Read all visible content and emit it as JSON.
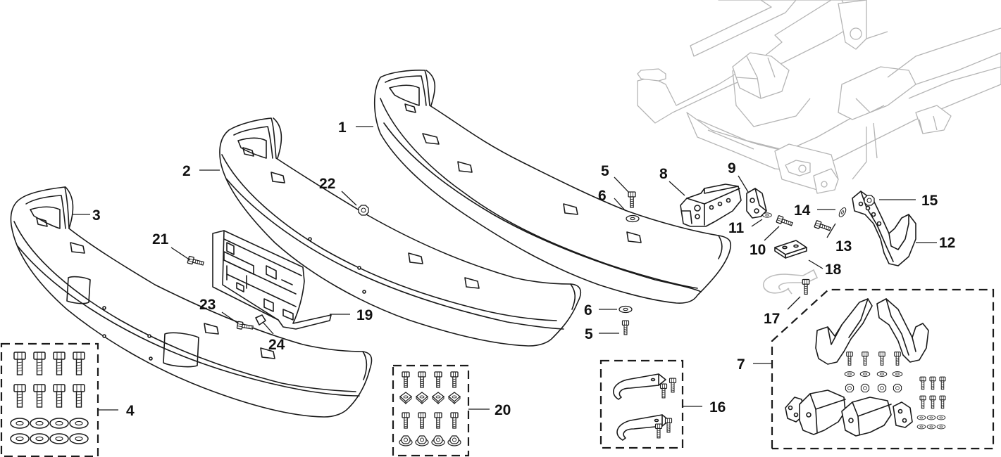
{
  "labels": {
    "p1": "1",
    "p2": "2",
    "p3": "3",
    "p4": "4",
    "p5a": "5",
    "p5b": "5",
    "p6a": "6",
    "p6b": "6",
    "p7": "7",
    "p8": "8",
    "p9": "9",
    "p10": "10",
    "p11": "11",
    "p12": "12",
    "p13": "13",
    "p14": "14",
    "p15": "15",
    "p16": "16",
    "p17": "17",
    "p18": "18",
    "p19": "19",
    "p20": "20",
    "p21": "21",
    "p22": "22",
    "p23": "23",
    "p24": "24"
  },
  "colors": {
    "ink": "#1a1a1a",
    "frame_ghost": "#b5b5b5",
    "background": "#ffffff"
  }
}
